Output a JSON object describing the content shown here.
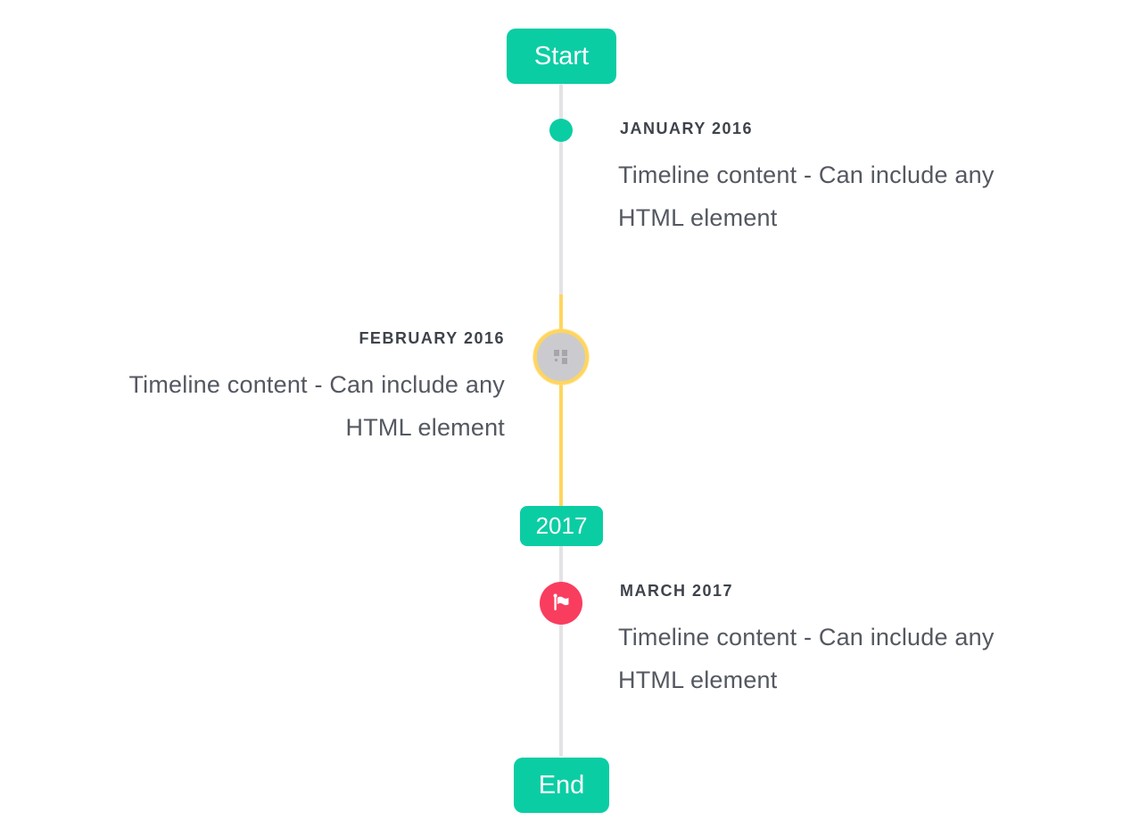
{
  "colors": {
    "accent_teal": "#0bcda4",
    "accent_yellow": "#ffd55e",
    "accent_red": "#f93d5f",
    "line_gray": "#e3e3e6",
    "marker_gray_fill": "#cbcbcf",
    "title_text": "#3e434b",
    "body_text": "#545860",
    "background": "#ffffff"
  },
  "timeline": {
    "start_label": "Start",
    "end_label": "End",
    "year_badge_label": "2017",
    "items": [
      {
        "title": "JANUARY 2016",
        "content_lines": [
          "Timeline content - Can include any",
          "HTML element"
        ],
        "side": "right",
        "marker": "teal-dot"
      },
      {
        "title": "FEBRUARY 2016",
        "content_lines": [
          "Timeline content - Can include any",
          "HTML element"
        ],
        "side": "left",
        "marker": "gray-image-circle-yellow-ring"
      },
      {
        "title": "MARCH 2017",
        "content_lines": [
          "Timeline content - Can include any",
          "HTML element"
        ],
        "side": "right",
        "marker": "red-flag-circle"
      }
    ]
  }
}
